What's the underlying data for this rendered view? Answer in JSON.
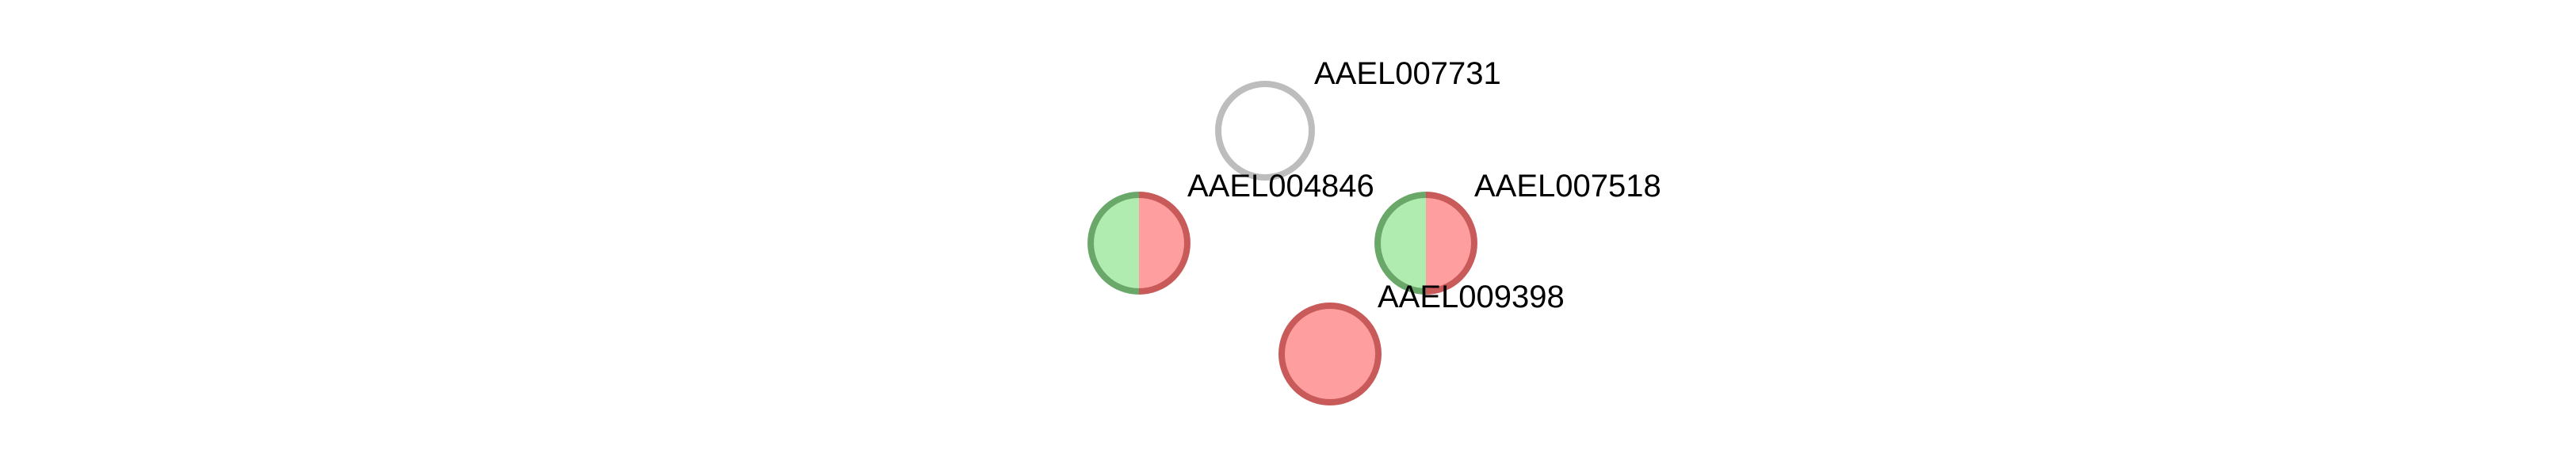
{
  "nodes": [
    {
      "id": "AAEL007731",
      "label": "AAEL007731",
      "colors": [
        "#cccccc"
      ],
      "border": "#b3b3b3",
      "empty": true
    },
    {
      "id": "AAEL004846",
      "label": "AAEL004846",
      "colors": [
        "#b0ecaf",
        "#ff9e9e"
      ],
      "border": [
        "#6aa86a",
        "#c85a5a"
      ]
    },
    {
      "id": "AAEL007518",
      "label": "AAEL007518",
      "colors": [
        "#b0ecaf",
        "#ff9e9e"
      ],
      "border": [
        "#6aa86a",
        "#c85a5a"
      ]
    },
    {
      "id": "AAEL009398",
      "label": "AAEL009398",
      "colors": [
        "#ff9e9e"
      ],
      "border": "#c85a5a"
    }
  ]
}
